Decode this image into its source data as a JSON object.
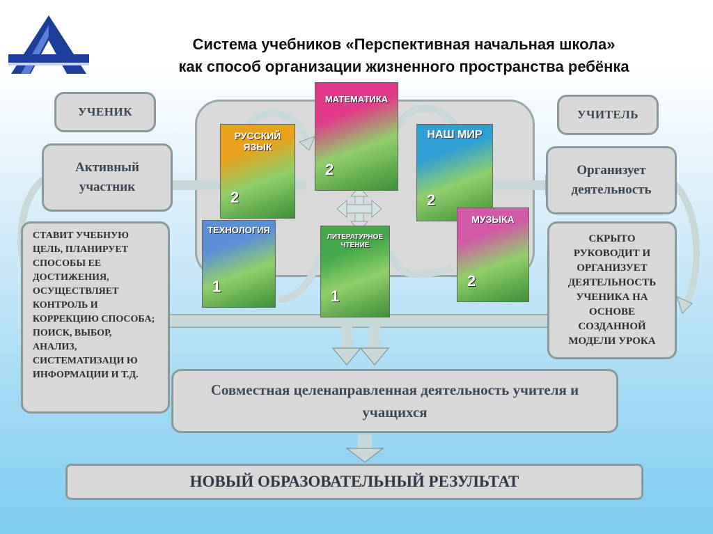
{
  "title": {
    "line1": "Система учебников «Перспективная начальная школа»",
    "line2": "как способ организации жизненного пространства ребёнка"
  },
  "left": {
    "role": "УЧЕНИК",
    "active": "Активный участник",
    "description": "СТАВИТ УЧЕБНУЮ ЦЕЛЬ, ПЛАНИРУЕТ СПОСОБЫ ЕЕ ДОСТИЖЕНИЯ, ОСУЩЕСТВЛЯЕТ КОНТРОЛЬ И КОРРЕКЦИЮ СПОСОБА; ПОИСК, ВЫБОР, АНАЛИЗ, СИСТЕМАТИЗАЦИ Ю ИНФОРМАЦИИ И Т.Д."
  },
  "right": {
    "role": "УЧИТЕЛЬ",
    "active": "Организует деятельность",
    "description": "СКРЫТО РУКОВОДИТ И ОРГАНИЗУЕТ ДЕЯТЕЛЬНОСТЬ УЧЕНИКА НА ОСНОВЕ СОЗДАННОЙ МОДЕЛИ УРОКА"
  },
  "books": [
    {
      "title": "РУССКИЙ ЯЗЫК",
      "num": "2",
      "color": "#e8a21a"
    },
    {
      "title": "МАТЕМАТИКА",
      "num": "2",
      "color": "#e0398a"
    },
    {
      "title": "НАШ МИР",
      "num": "2",
      "color": "#2f9fd6"
    },
    {
      "title": "ТЕХНОЛОГИЯ",
      "num": "1",
      "color": "#5d8fd8"
    },
    {
      "title": "ЛИТЕРАТУРНОЕ ЧТЕНИЕ",
      "num": "1",
      "color": "#46a84a"
    },
    {
      "title": "МУЗЫКА",
      "num": "2",
      "color": "#d25aa8"
    }
  ],
  "joint": "Совместная целенаправленная деятельность учителя и учащихся",
  "result": "НОВЫЙ ОБРАЗОВАТЕЛЬНЫЙ РЕЗУЛЬТАТ"
}
